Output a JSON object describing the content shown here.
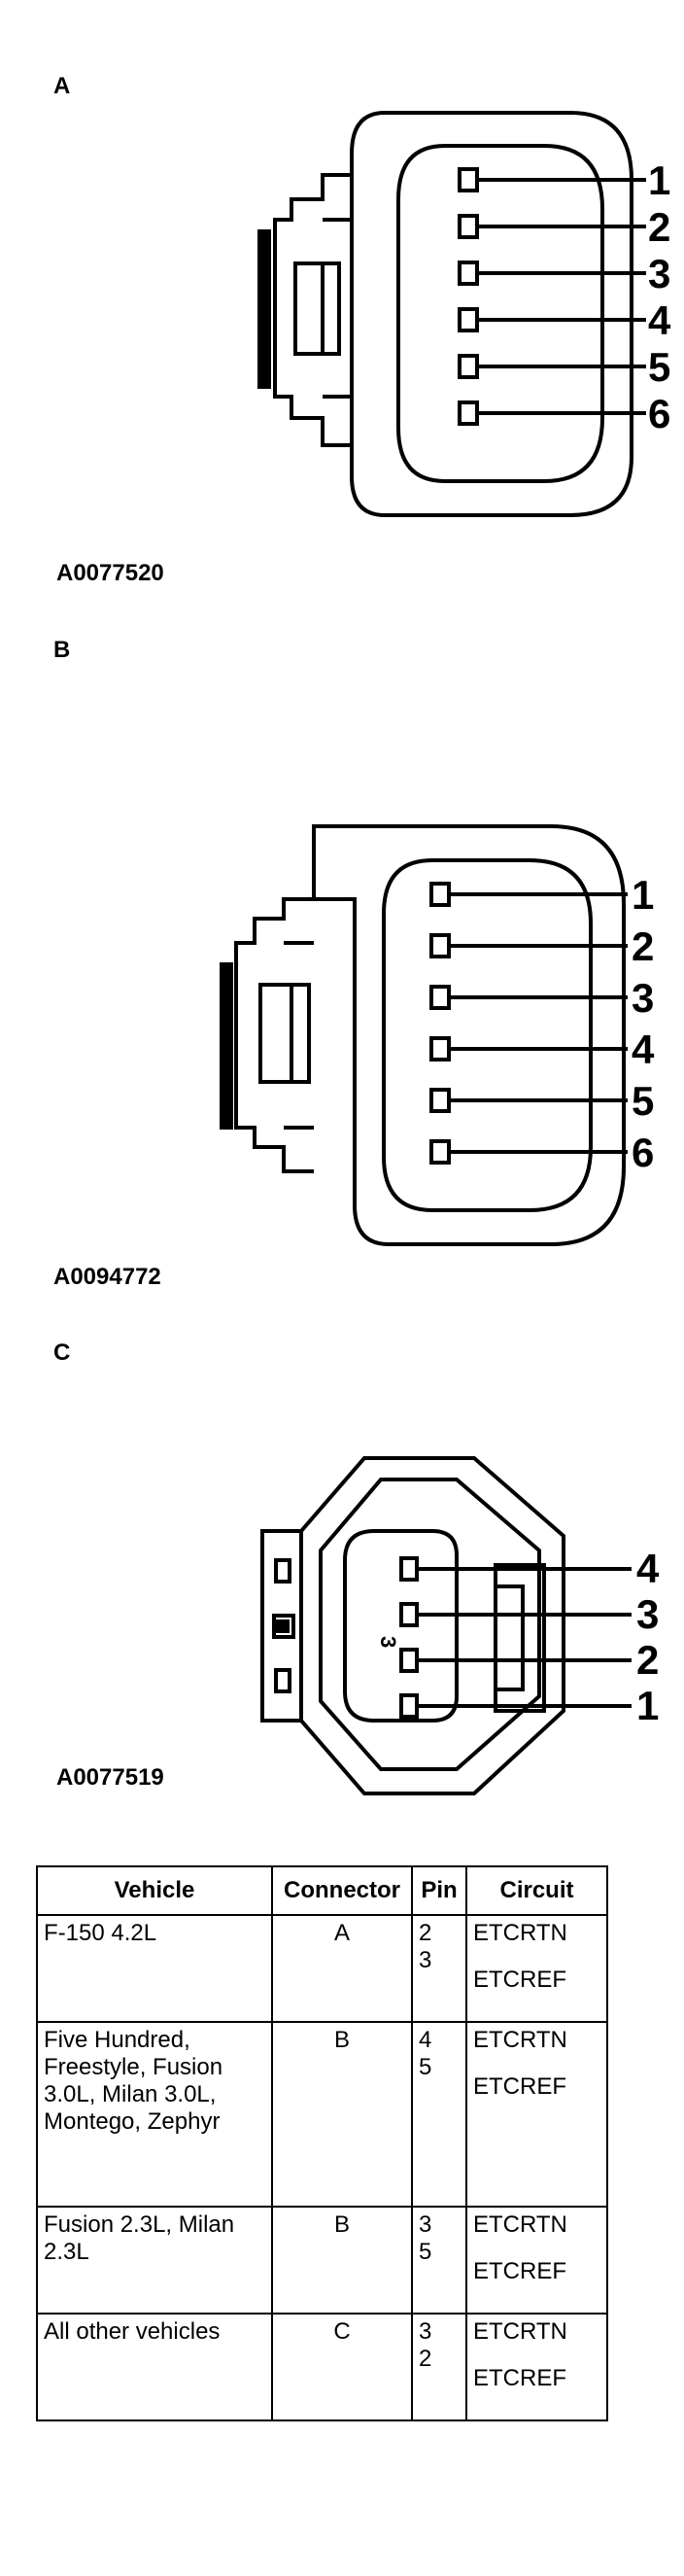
{
  "sections": [
    {
      "label": "A",
      "figure_id": "A0077520",
      "pins": [
        "1",
        "2",
        "3",
        "4",
        "5",
        "6"
      ]
    },
    {
      "label": "B",
      "figure_id": "A0094772",
      "pins": [
        "1",
        "2",
        "3",
        "4",
        "5",
        "6"
      ]
    },
    {
      "label": "C",
      "figure_id": "A0077519",
      "pins": [
        "4",
        "3",
        "2",
        "1"
      ],
      "marking": "3"
    }
  ],
  "table": {
    "headers": [
      "Vehicle",
      "Connector",
      "Pin",
      "Circuit"
    ],
    "rows": [
      {
        "vehicle": "F-150 4.2L",
        "connector": "A",
        "pins": [
          "2",
          "3"
        ],
        "circuits": [
          "ETCRTN",
          "ETCREF"
        ]
      },
      {
        "vehicle": "Five Hundred, Freestyle, Fusion 3.0L, Milan 3.0L, Montego, Zephyr",
        "connector": "B",
        "pins": [
          "4",
          "5"
        ],
        "circuits": [
          "ETCRTN",
          "ETCREF"
        ]
      },
      {
        "vehicle": "Fusion 2.3L, Milan 2.3L",
        "connector": "B",
        "pins": [
          "3",
          "5"
        ],
        "circuits": [
          "ETCRTN",
          "ETCREF"
        ]
      },
      {
        "vehicle": "All other vehicles",
        "connector": "C",
        "pins": [
          "3",
          "2"
        ],
        "circuits": [
          "ETCRTN",
          "ETCREF"
        ]
      }
    ]
  }
}
